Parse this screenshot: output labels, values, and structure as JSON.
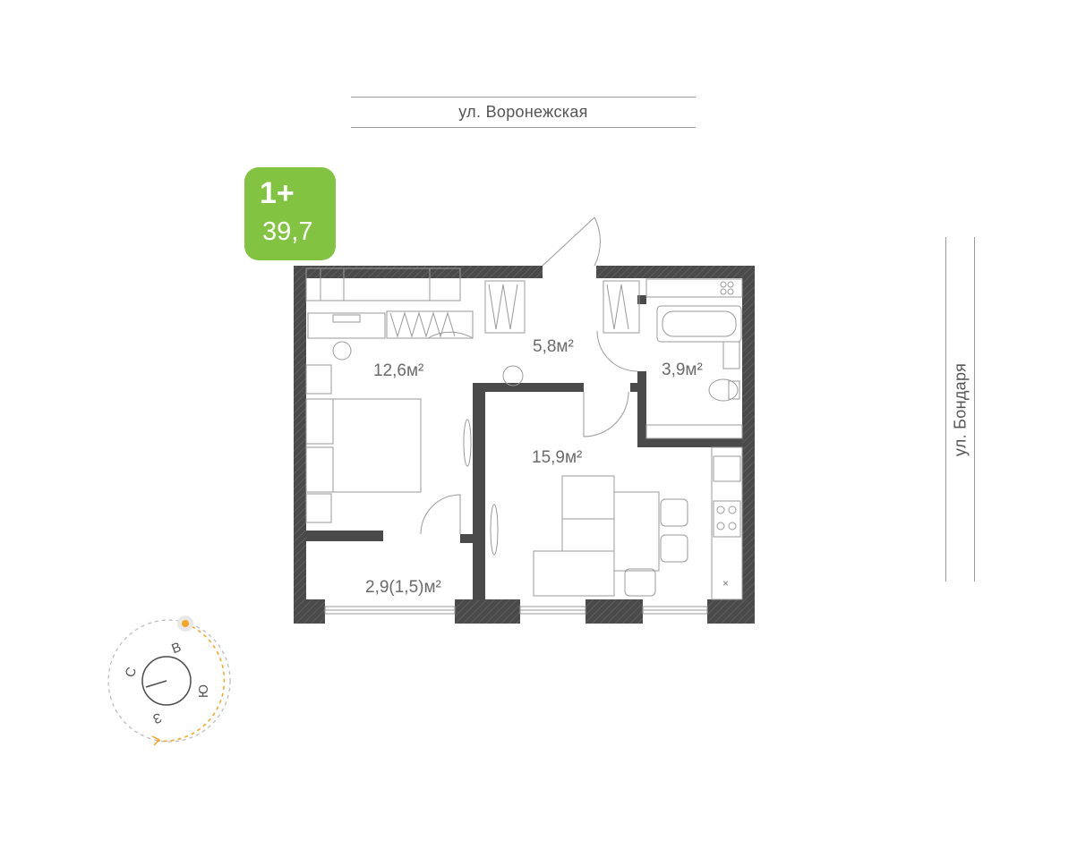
{
  "streets": {
    "top": "ул. Воронежская",
    "right": "ул. Бондаря"
  },
  "apartment": {
    "type": "1+",
    "total_area": "39,7"
  },
  "rooms": {
    "bedroom": "12,6м²",
    "hall": "5,8м²",
    "bathroom": "3,9м²",
    "kitchen_living": "15,9м²",
    "balcony": "2,9(1,5)м²"
  },
  "compass": {
    "north": "С",
    "east": "В",
    "south": "Ю",
    "west": "З",
    "sun_icon": "sun-icon"
  },
  "colors": {
    "badge": "#82c341",
    "walls": "#4a4a4a",
    "sun_path": "#f5a623"
  }
}
